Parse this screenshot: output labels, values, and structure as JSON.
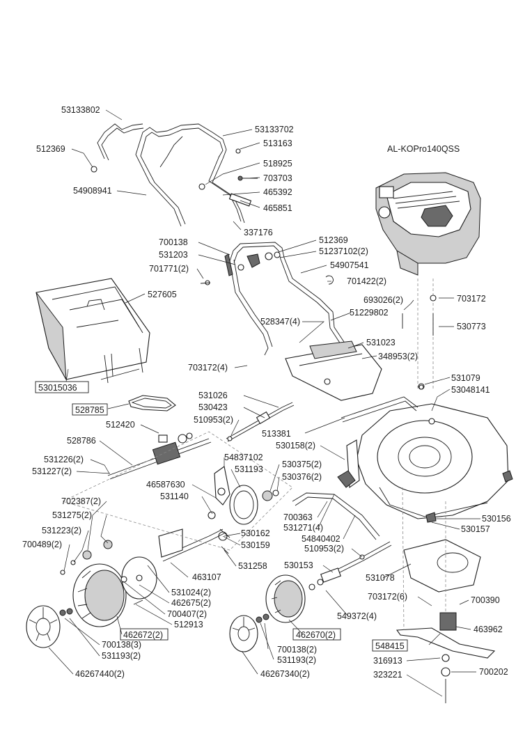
{
  "engine_label": "AL-KOPro140QSS",
  "labels": {
    "p53133802": "53133802",
    "p53133702": "53133702",
    "p512369a": "512369",
    "p513163": "513163",
    "p518925": "518925",
    "p703703": "703703",
    "p54908941": "54908941",
    "p465392": "465392",
    "p465851": "465851",
    "p337176": "337176",
    "p700138": "700138",
    "p512369b": "512369",
    "p531203": "531203",
    "p51237102": "51237102(2)",
    "p54907541": "54907541",
    "p701771": "701771(2)",
    "p701422": "701422(2)",
    "p527605": "527605",
    "p693026": "693026(2)",
    "p703172a": "703172",
    "p51229802": "51229802",
    "p528347": "528347(4)",
    "p530773": "530773",
    "p531023": "531023",
    "p348953": "348953(2)",
    "p703172b": "703172(4)",
    "p531079": "531079",
    "p53015036": "53015036",
    "p53048141": "53048141",
    "p528785": "528785",
    "p531026": "531026",
    "p530423": "530423",
    "p510953a": "510953(2)",
    "p512420": "512420",
    "p513381": "513381",
    "p530158": "530158(2)",
    "p528786": "528786",
    "p54837102": "54837102",
    "p530375": "530375(2)",
    "p531226": "531226(2)",
    "p531193a": "531193",
    "p530376": "530376(2)",
    "p531227": "531227(2)",
    "p46587630": "46587630",
    "p531140": "531140",
    "p702387": "702387(2)",
    "p700363": "700363",
    "p531271": "531271(4)",
    "p531275": "531275(2)",
    "p530162": "530162",
    "p54840402": "54840402",
    "p530156": "530156",
    "p531223": "531223(2)",
    "p530157": "530157",
    "p700489": "700489(2)",
    "p530159": "530159",
    "p510953b": "510953(2)",
    "p531258": "531258",
    "p530153": "530153",
    "p531078": "531078",
    "p463107": "463107",
    "p531024": "531024(2)",
    "p703172c": "703172(6)",
    "p700390": "700390",
    "p462675": "462675(2)",
    "p700407": "700407(2)",
    "p549372": "549372(4)",
    "p462672": "462672(2)",
    "p512913": "512913",
    "p463962": "463962",
    "p462670": "462670(2)",
    "p700138c": "700138(3)",
    "p548415": "548415",
    "p700138b": "700138(2)",
    "p531193b": "531193(2)",
    "p531193c": "531193(2)",
    "p316913": "316913",
    "p700202": "700202",
    "p323221": "323221",
    "p46267440": "46267440(2)",
    "p46267340": "46267340(2)"
  }
}
